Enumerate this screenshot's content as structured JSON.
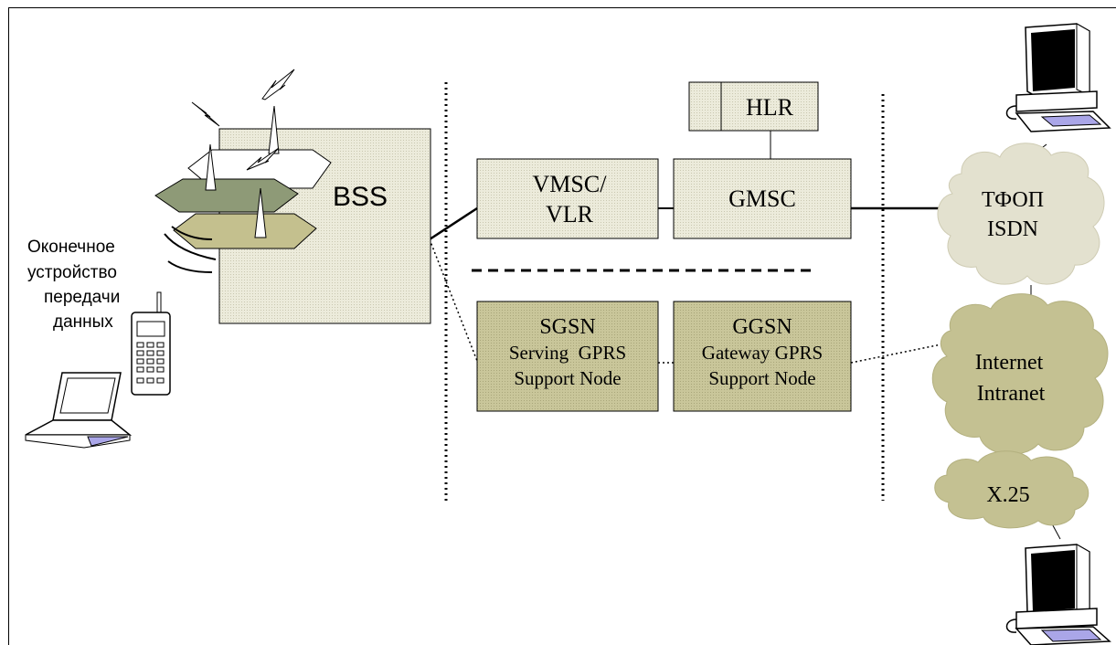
{
  "diagram": {
    "bss": {
      "label": "BSS"
    },
    "terminal_caption": [
      "Оконечное",
      "устройство",
      "передачи",
      "данных"
    ],
    "hlr": {
      "label": "HLR"
    },
    "vmsc": {
      "line1": "VMSC/",
      "line2": "VLR"
    },
    "gmsc": {
      "label": "GMSC"
    },
    "sgsn": {
      "line1": "SGSN",
      "line2": "Serving  GPRS",
      "line3": "Support Node"
    },
    "ggsn": {
      "line1": "GGSN",
      "line2": "Gateway GPRS",
      "line3": "Support Node"
    },
    "pstn_cloud": {
      "line1": "ТФОП",
      "line2": "ISDN"
    },
    "internet_cloud": {
      "line1": "Internet",
      "line2": "Intranet"
    },
    "x25_cloud": {
      "label": "X.25"
    }
  },
  "colors": {
    "box_light": "#e8e6d3",
    "box_olive": "#c8c597",
    "cloud_light": "#e3e1cf",
    "cloud_olive": "#c4c192",
    "antenna_dark": "#8e9a77",
    "antenna_olive": "#c4c08e"
  }
}
